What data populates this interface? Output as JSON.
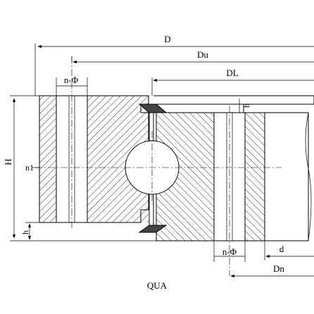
{
  "labels": {
    "D": "D",
    "Du": "Du",
    "DL": "DL",
    "H": "H",
    "h_top": "h",
    "h_bottom": "h",
    "n1": "n1",
    "n_phi_top": "n-Φ",
    "n_phi_bottom": "n-Φ",
    "d": "d",
    "Dn": "Dn"
  },
  "caption": "QUA"
}
